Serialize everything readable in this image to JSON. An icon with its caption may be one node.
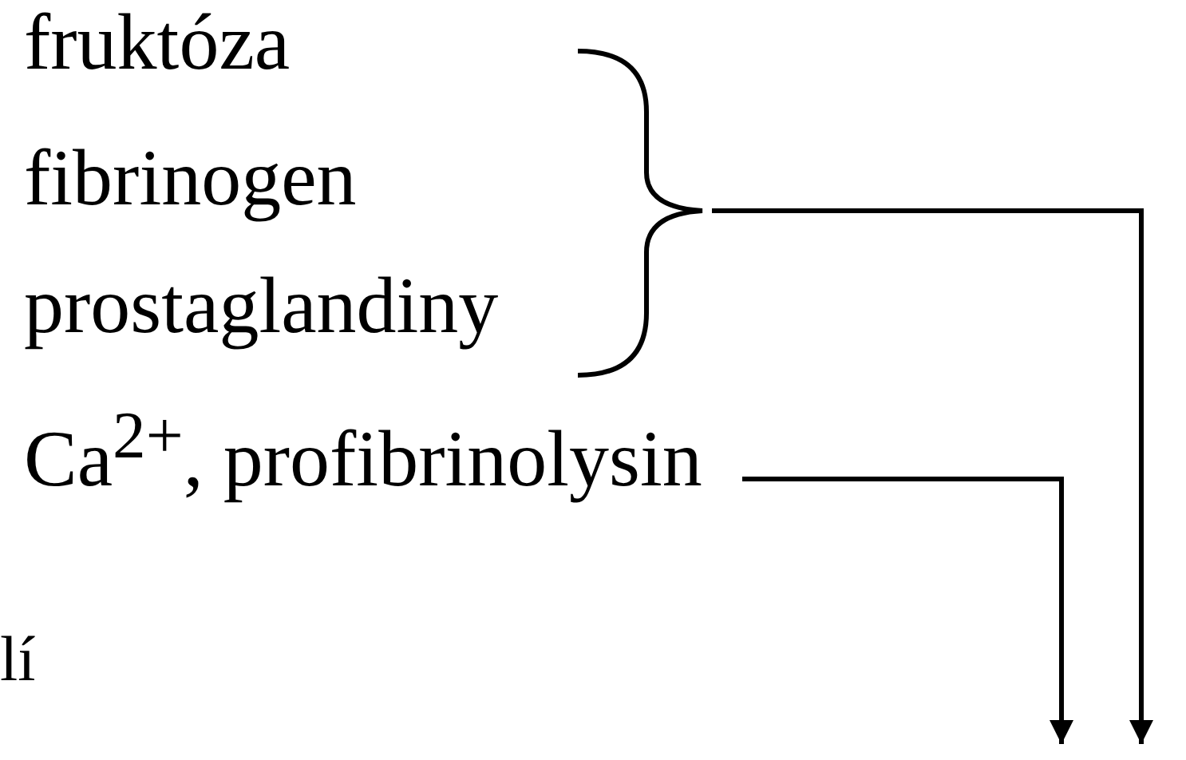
{
  "diagram": {
    "nodes": [
      {
        "text": [
          "fruktóza"
        ]
      },
      {
        "text": [
          "fibrinogen"
        ]
      },
      {
        "text": [
          "prostaglandiny"
        ]
      },
      {
        "text": [
          "Ca$^{2+}$, profibrinolysin"
        ]
      },
      {
        "text": [],
        "shape": "brace"
      }
    ],
    "edges": [
      {
        "from": 4,
        "to": null,
        "arrow": "to"
      },
      {
        "from": 3,
        "to": null,
        "arrow": "to"
      }
    ],
    "labels": [
      "lí"
    ]
  }
}
